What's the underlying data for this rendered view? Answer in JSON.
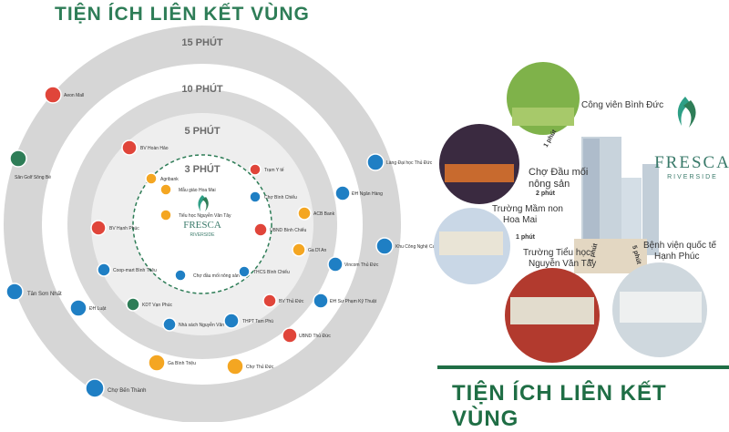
{
  "header": {
    "title": "TIỆN ÍCH LIÊN KẾT VÙNG"
  },
  "footer": {
    "title": "TIỆN ÍCH LIÊN KẾT VÙNG"
  },
  "rings": {
    "r15": "15 PHÚT",
    "r10": "10 PHÚT",
    "r5": "5 PHÚT",
    "r3": "3 PHÚT"
  },
  "brand": {
    "name": "FRESCA",
    "sub": "RIVERSIDE"
  },
  "ring3_pois": [
    "Mẫu giáo Hoa Mai",
    "Tiểu học Nguyễn Văn Tây",
    "Chợ đầu mối nông sản"
  ],
  "ring5_pois": [
    "BV Hoàn Hảo",
    "Agribank",
    "BV Hạnh Phúc",
    "Coop-mart Bình Triệu",
    "KDT Vạn Phúc",
    "Nhà sách Nguyễn Văn Cừ",
    "THPT Tam Phú",
    "BV Thủ Đức",
    "THCS Bình Chiểu",
    "Ga Dĩ An",
    "UBND Bình Chiểu",
    "Chợ Bình Chiểu",
    "Trạm Y tế",
    "ACB Bank"
  ],
  "ring10_pois": [
    "Aeon Mall",
    "Sân Golf Sông Bé",
    "ĐH Luật",
    "Ga Bình Triệu",
    "Chợ Thủ Đức",
    "UBND Thủ Đức",
    "ĐH Sư Phạm Kỹ Thuật",
    "Vincom Thủ Đức",
    "ĐH Ngân Hàng",
    "Làng Đại học Thủ Đức",
    "Khu Công Nghệ Cao"
  ],
  "ring15_pois": [
    "Tân Sơn Nhất",
    "Chợ Bến Thành"
  ],
  "right_labels": {
    "park": "Công viên Bình Đức",
    "market_line1": "Chợ Đầu mối",
    "market_line2": "nông sản",
    "kinder_line1": "Trường Mầm non",
    "kinder_line2": "Hoa Mai",
    "primary_line1": "Trường Tiểu học",
    "primary_line2": "Nguyễn Văn Tây",
    "hospital_line1": "Bệnh viện quốc tế",
    "hospital_line2": "Hạnh Phúc"
  },
  "times": {
    "park": "1 phút",
    "market": "2 phút",
    "kinder": "1 phút",
    "primary": "1 phút",
    "hospital": "5 phút"
  },
  "colors": {
    "green": "#2e7d57",
    "red": "#e0453a",
    "blue": "#1f7fc4",
    "orange": "#f4a622",
    "ring_outer": "#d5d5d5",
    "ring_inner": "#ececec"
  }
}
